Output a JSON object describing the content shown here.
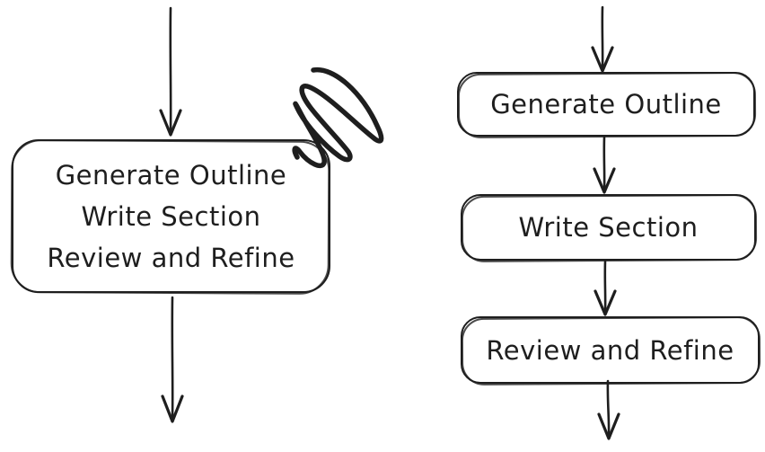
{
  "colors": {
    "background": "#ffffff",
    "stroke": "#1e1e1e"
  },
  "left_flow": {
    "combined_node": {
      "lines": [
        "Generate Outline",
        "Write Section",
        "Review and Refine"
      ]
    },
    "annotation_icon": "scribble-mark"
  },
  "right_flow": {
    "nodes": [
      "Generate Outline",
      "Write Section",
      "Review and Refine"
    ]
  },
  "icons": {
    "connector": "arrow-down-icon",
    "annotation": "scribble-mark-icon"
  }
}
